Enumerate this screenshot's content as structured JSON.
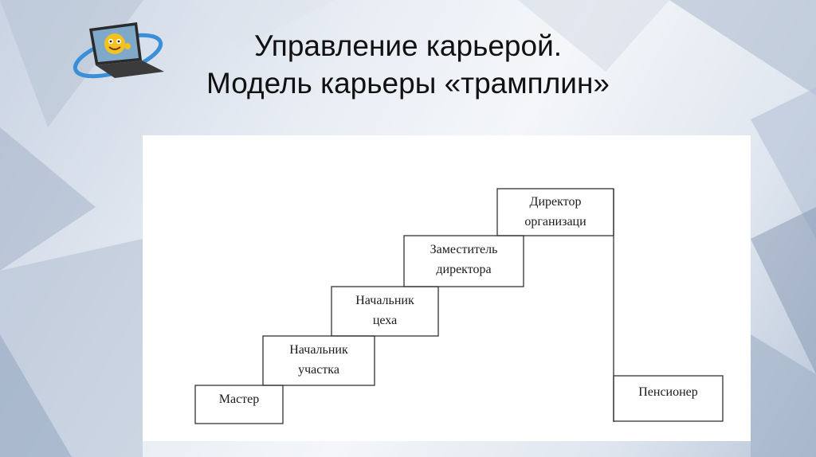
{
  "slide": {
    "title_line1": "Управление карьерой.",
    "title_line2": "Модель карьеры «трамплин»"
  },
  "diagram": {
    "steps": [
      {
        "line1": "Мастер",
        "line2": ""
      },
      {
        "line1": "Начальник",
        "line2": "участка"
      },
      {
        "line1": "Начальник",
        "line2": "цеха"
      },
      {
        "line1": "Заместитель",
        "line2": "директора"
      },
      {
        "line1": "Директор",
        "line2": "организаци"
      }
    ],
    "retirement": {
      "line1": "Пенсионер"
    }
  },
  "colors": {
    "accent_blue": "#3a8fd8",
    "line": "#333333"
  },
  "icons": [
    "laptop-smiley-icon"
  ]
}
